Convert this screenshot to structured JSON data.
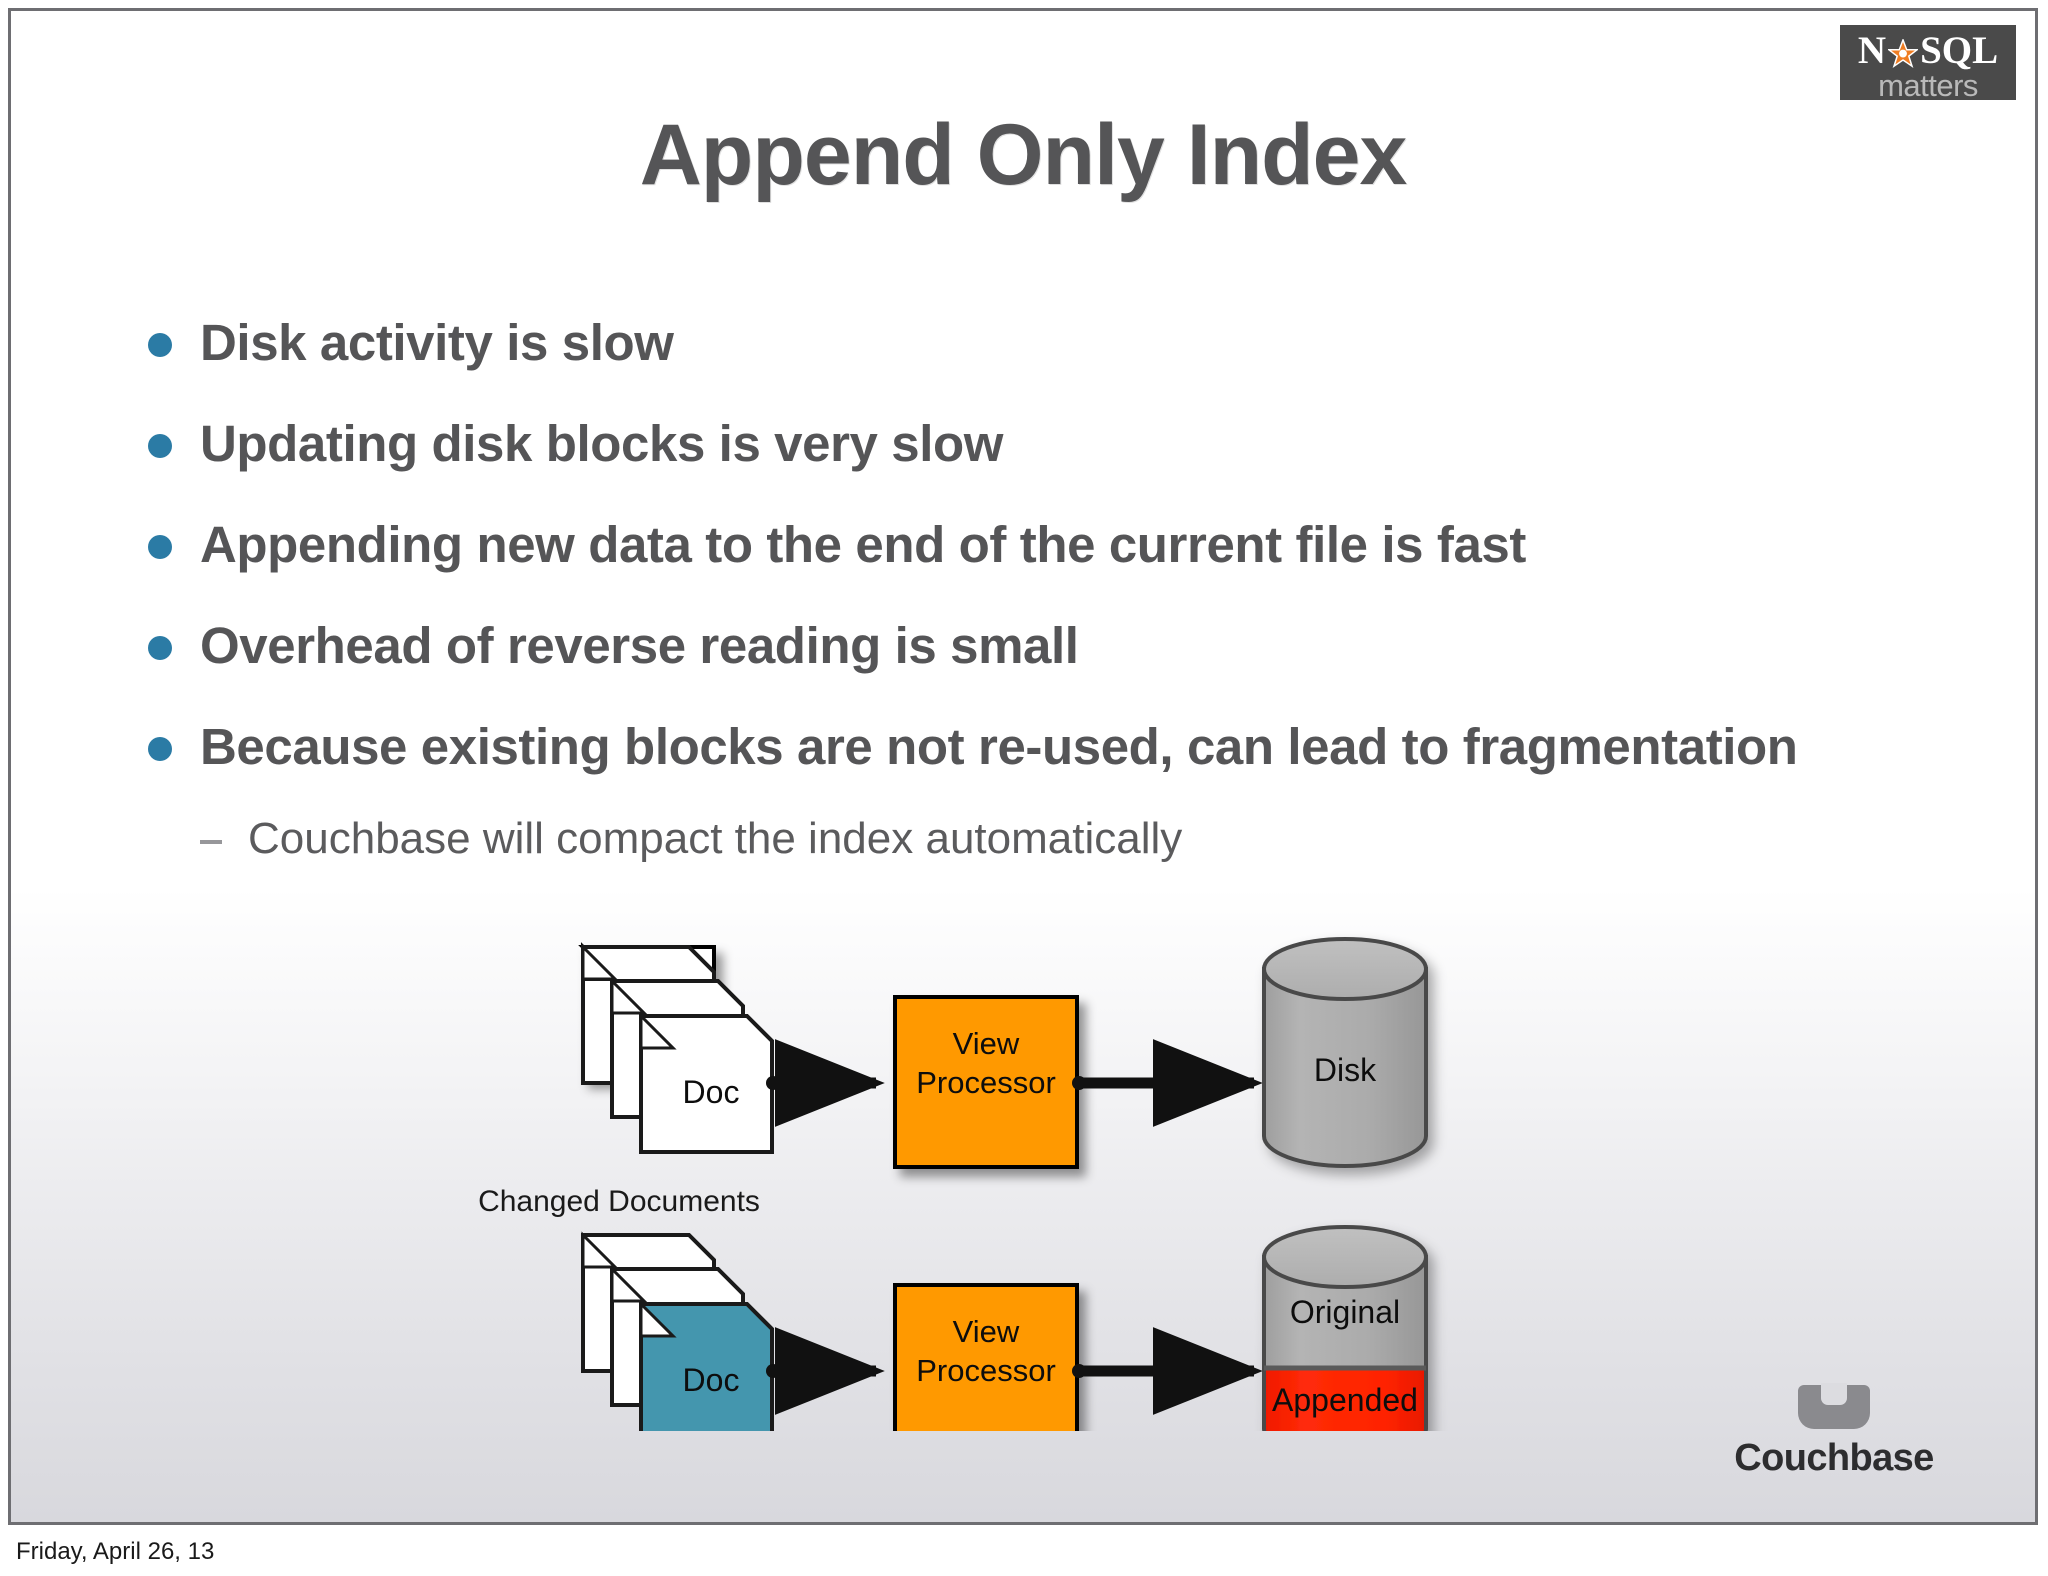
{
  "brand": {
    "nosql_logo": {
      "line1_left": "N",
      "line1_star": "star-icon",
      "line1_right": "SQL",
      "line2": "matters"
    },
    "couchbase_logo": {
      "mark": "couch-icon",
      "word": "Couchbase"
    }
  },
  "slide": {
    "title": "Append Only Index",
    "bullets": [
      {
        "text": "Disk activity is slow"
      },
      {
        "text": "Updating disk blocks is very slow"
      },
      {
        "text": "Appending new data to the end of the current file is fast"
      },
      {
        "text": "Overhead of reverse reading is small"
      },
      {
        "text": "Because existing blocks are not re-used, can lead to fragmentation"
      }
    ],
    "sub_bullets": [
      {
        "text": "Couchbase will compact the index automatically"
      }
    ],
    "diagram": {
      "caption": "Changed Documents",
      "row1": {
        "docs_label": "Doc",
        "processor_label_line1": "View",
        "processor_label_line2": "Processor",
        "store_label": "Disk"
      },
      "row2": {
        "docs_label": "Doc",
        "processor_label_line1": "View",
        "processor_label_line2": "Processor",
        "store_top_label": "Original",
        "store_bottom_label": "Appended"
      }
    }
  },
  "footer": {
    "date": "Friday, April 26, 13"
  },
  "colors": {
    "bullet_dot": "#2b7ba5",
    "title_text": "#555557",
    "processor_box": "#FF9900",
    "disk_gray": "#AAAAAA",
    "appended_red": "#FF2000",
    "changed_doc_teal": "#4496ae",
    "nosql_bg": "#4a4a4a",
    "star": "#f07d22"
  }
}
